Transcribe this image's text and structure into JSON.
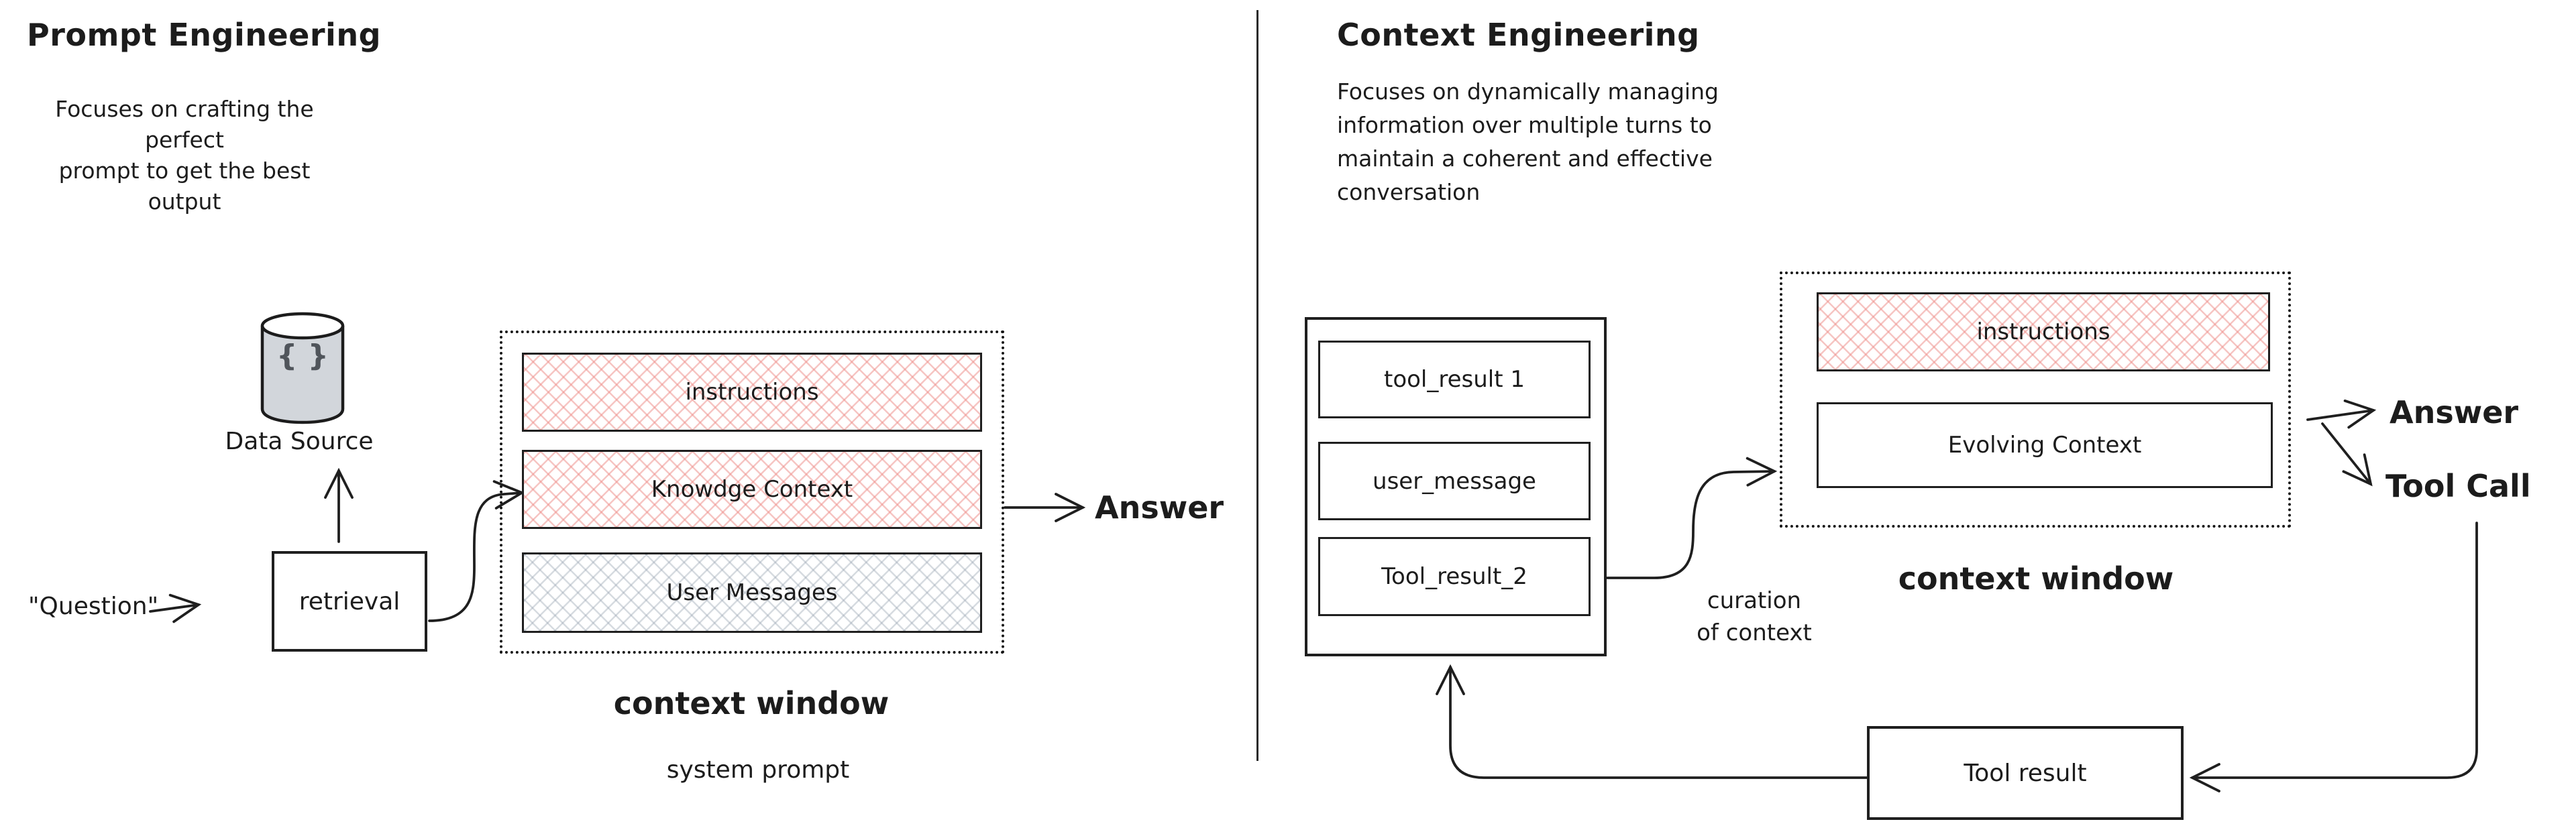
{
  "left": {
    "title": "Prompt Engineering",
    "subtitle_lines": [
      "Focuses on crafting the perfect",
      "prompt to get the best output"
    ],
    "data_source": {
      "glyph": "{ }",
      "label": "Data Source"
    },
    "question_label": "\"Question\"",
    "retrieval_label": "retrieval",
    "window": {
      "boxes": {
        "instructions": "instructions",
        "knowledge": "Knowdge Context",
        "user_messages": "User Messages"
      },
      "caption": "context window",
      "subcaption": "system prompt"
    },
    "answer_label": "Answer"
  },
  "right": {
    "title": "Context Engineering",
    "subtitle_lines": [
      "Focuses on dynamically managing",
      "information over multiple turns to",
      "maintain a coherent and effective",
      "conversation"
    ],
    "stack": {
      "items": [
        "tool_result 1",
        "user_message",
        "Tool_result_2"
      ]
    },
    "curation_lines": [
      "curation",
      "of context"
    ],
    "window": {
      "boxes": {
        "instructions": "instructions",
        "evolving": "Evolving Context"
      },
      "caption": "context window"
    },
    "answer_label": "Answer",
    "tool_call_label": "Tool Call",
    "tool_result_label": "Tool result"
  },
  "colors": {
    "ink": "#1f1f1f",
    "pink_hatch": "#ee8c87",
    "gray_hatch": "#94a0ae",
    "cylinder_fill": "#d2d6db"
  }
}
